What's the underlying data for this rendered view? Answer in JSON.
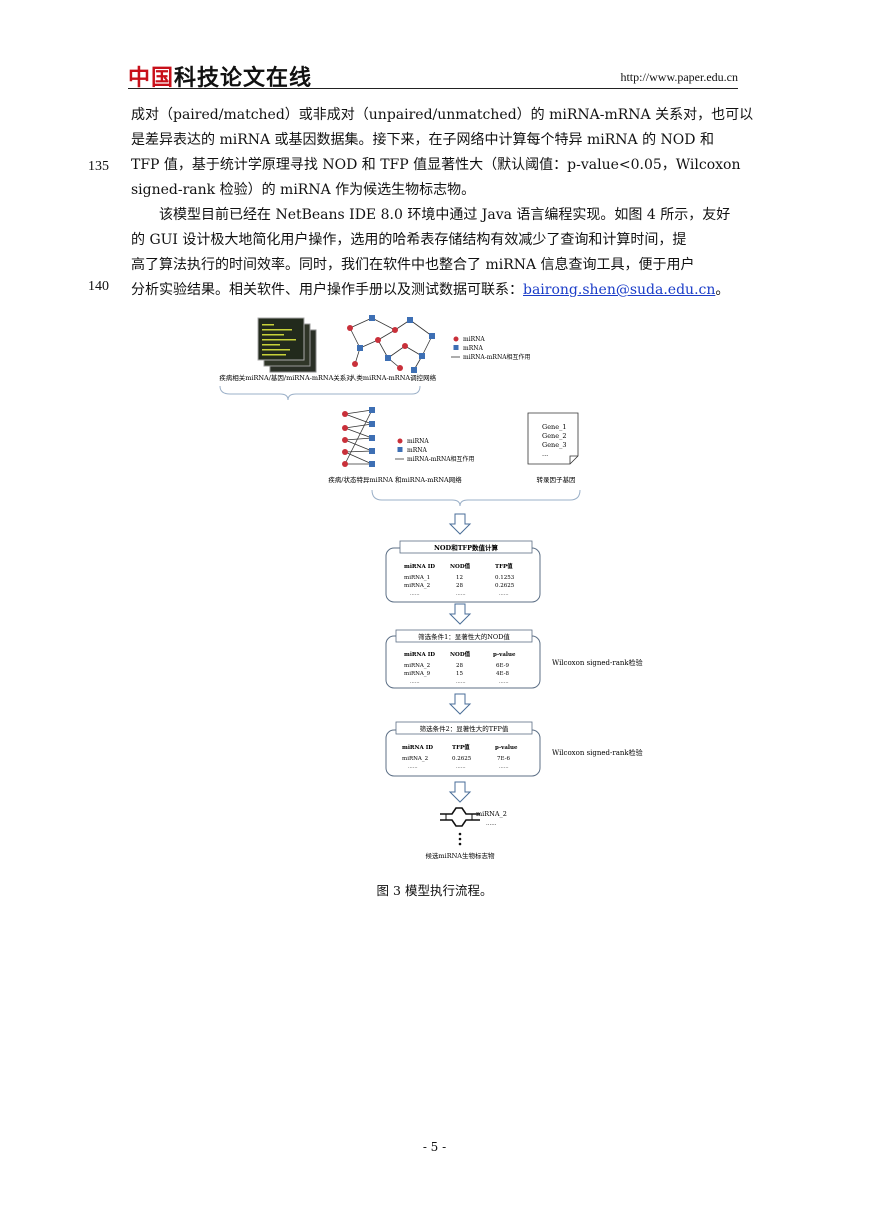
{
  "header": {
    "logo_red": "中国",
    "logo_black": "科技论文在线",
    "url": "http://www.paper.edu.cn"
  },
  "body": {
    "line1": "成对（paired/matched）或非成对（unpaired/unmatched）的 miRNA-mRNA 关系对，也可以",
    "line2": "是差异表达的 miRNA 或基因数据集。接下来，在子网络中计算每个特异 miRNA 的 NOD 和",
    "line3": "TFP 值，基于统计学原理寻找 NOD 和 TFP 值显著性大（默认阈值：p-value<0.05，Wilcoxon",
    "line4": "signed-rank 检验）的 miRNA 作为候选生物标志物。",
    "line5": "该模型目前已经在 NetBeans IDE 8.0 环境中通过 Java 语言编程实现。如图 4 所示，友好",
    "line6": "的 GUI 设计极大地简化用户操作，选用的哈希表存储结构有效减少了查询和计算时间，提",
    "line7": "高了算法执行的时间效率。同时，我们在软件中也整合了 miRNA 信息查询工具，便于用户",
    "line8_text": "分析实验结果。相关软件、用户操作手册以及测试数据可联系：",
    "line8_email": "bairong.shen@suda.edu.cn",
    "line8_end": "。",
    "lineno_135": "135",
    "lineno_140": "140"
  },
  "figure": {
    "label_disease_data": "疾病相关miRNA/基因/miRNA-mRNA关系对",
    "label_human_network": "人类miRNA-mRNA调控网络",
    "legend_mirna": "miRNA",
    "legend_mrna": "mRNA",
    "legend_edge": "miRNA-mRNA相互作用",
    "label_subnetwork": "疾病/状态特异miRNA 和miRNA-mRNA网络",
    "gene_list": [
      "Gene_1",
      "Gene_2",
      "Gene_3",
      "..."
    ],
    "label_tf_genes": "转录因子基因",
    "box1": {
      "title": "NOD和TFP数值计算",
      "headers": [
        "miRNA ID",
        "NOD值",
        "TFP值"
      ],
      "rows": [
        [
          "miRNA_1",
          "12",
          "0.1253"
        ],
        [
          "miRNA_2",
          "28",
          "0.2625"
        ],
        [
          "......",
          "......",
          "......"
        ]
      ]
    },
    "box2": {
      "title": "筛选条件1：显著性大的NOD值",
      "headers": [
        "miRNA ID",
        "NOD值",
        "p-value"
      ],
      "rows": [
        [
          "miRNA_2",
          "28",
          "6E-9"
        ],
        [
          "miRNA_9",
          "15",
          "4E-8"
        ],
        [
          "......",
          "......",
          "......"
        ]
      ],
      "side": "Wilcoxon signed-rank检验"
    },
    "box3": {
      "title": "筛选条件2：显著性大的TFP值",
      "headers": [
        "miRNA ID",
        "TFP值",
        "p-value"
      ],
      "rows": [
        [
          "miRNA_2",
          "0.2625",
          "7E-6"
        ],
        [
          "......",
          "......",
          "......"
        ]
      ],
      "side": "Wilcoxon signed-rank检验"
    },
    "result_label": "miRNA_2",
    "result_dots": "......",
    "candidate_label": "候选miRNA生物标志物"
  },
  "caption": "图 3    模型执行流程。",
  "page_number": "- 5 -",
  "colors": {
    "mirna": "#c9303a",
    "mrna": "#3d6fb4",
    "logo_red": "#c8101a"
  }
}
